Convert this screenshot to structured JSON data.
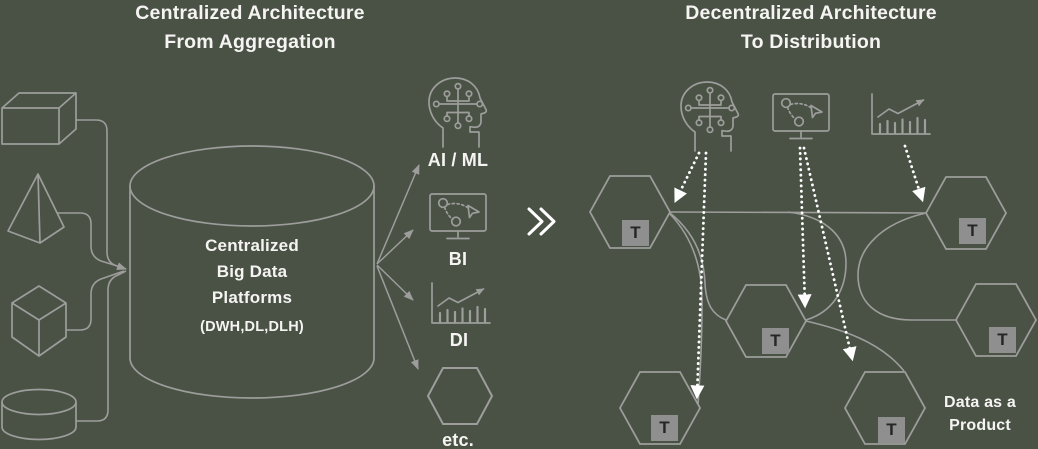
{
  "left": {
    "title_line1": "Centralized Architecture",
    "title_line2": "From Aggregation",
    "source_icons": [
      "cuboid",
      "pyramid",
      "cube",
      "disk"
    ],
    "cylinder": {
      "line1": "Centralized",
      "line2": "Big Data",
      "line3": "Platforms",
      "subtitle": "(DWH,DL,DLH)"
    },
    "outputs": [
      {
        "label": "AI / ML",
        "icon": "ai-head-icon"
      },
      {
        "label": "BI",
        "icon": "bi-monitor-icon"
      },
      {
        "label": "DI",
        "icon": "di-chart-icon"
      },
      {
        "label": "etc.",
        "icon": "hexagon-icon"
      }
    ]
  },
  "transition": {
    "icon": "double-chevron-right-icon"
  },
  "right": {
    "title_line1": "Decentralized Architecture",
    "title_line2": "To Distribution",
    "top_icons": [
      "ai-head-icon",
      "bi-monitor-icon",
      "di-chart-icon"
    ],
    "nodes": [
      {
        "label": "T"
      },
      {
        "label": "T"
      },
      {
        "label": "T"
      },
      {
        "label": "T"
      },
      {
        "label": "T"
      },
      {
        "label": "T"
      }
    ],
    "caption_line1": "Data as a",
    "caption_line2": "Product"
  },
  "colors": {
    "background": "#4a5246",
    "line": "#9d9d9b",
    "text": "#f5f4f2",
    "node_box": "#8f8f8f",
    "node_letter": "#262626",
    "arrow": "#ffffff"
  }
}
